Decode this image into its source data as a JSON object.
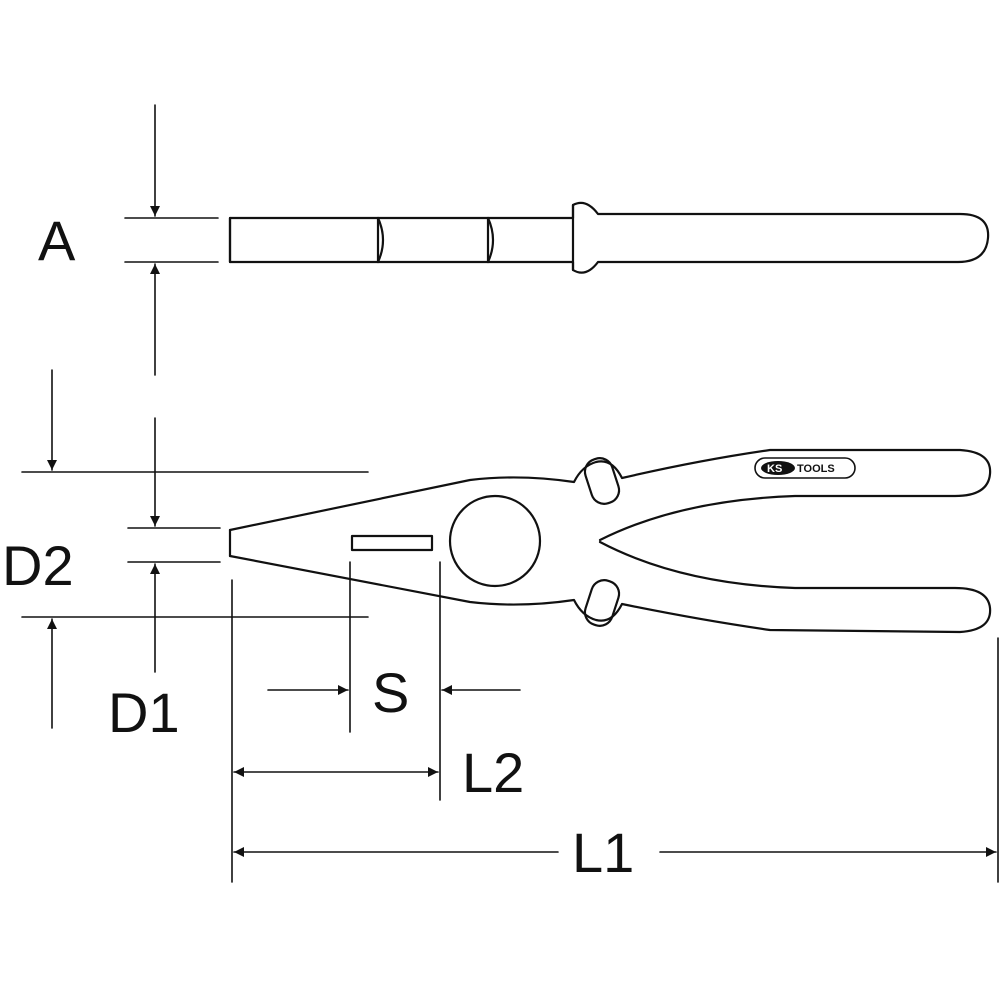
{
  "labels": {
    "a": "A",
    "d2": "D2",
    "d1": "D1",
    "s": "S",
    "l2": "L2",
    "l1": "L1"
  },
  "logo": {
    "ks": "KS",
    "tools": "TOOLS"
  },
  "colors": {
    "line": "#111111",
    "background": "#ffffff"
  }
}
